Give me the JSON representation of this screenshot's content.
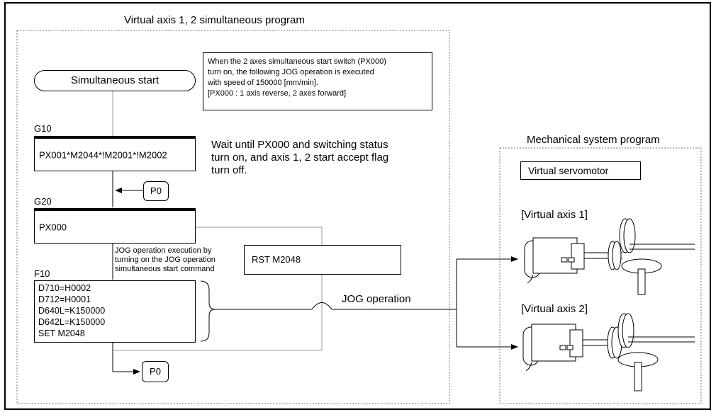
{
  "titles": {
    "left_program": "Virtual axis 1, 2 simultaneous program",
    "right_program": "Mechanical system program"
  },
  "start_node": "Simultaneous start",
  "note": [
    "When the 2 axes simultaneous start switch (PX000)",
    "turn on, the following JOG operation is executed",
    "with speed of 150000 [mm/min].",
    "[PX000 : 1 axis reverse, 2 axes forward]"
  ],
  "steps": {
    "g10": {
      "label": "G10",
      "condition": "PX001*M2044*!M2001*!M2002",
      "comment": [
        "Wait until PX000 and switching status",
        "turn on, and axis 1, 2 start accept flag",
        "turn off."
      ]
    },
    "jump1": "P0",
    "g20": {
      "label": "G20",
      "condition": "PX000"
    },
    "reset": "RST M2048",
    "jog_comment": [
      "JOG operation execution by",
      "turning on the JOG operation",
      "simultaneous start command"
    ],
    "f10": {
      "label": "F10",
      "lines": [
        "D710=H0002",
        "D712=H0001",
        "D640L=K150000",
        "D642L=K150000",
        "SET M2048"
      ]
    },
    "jump2": "P0"
  },
  "jog_label": "JOG operation",
  "mechanical": {
    "servomotor": "Virtual servomotor",
    "axis1": "[Virtual axis 1]",
    "axis2": "[Virtual axis 2]"
  }
}
